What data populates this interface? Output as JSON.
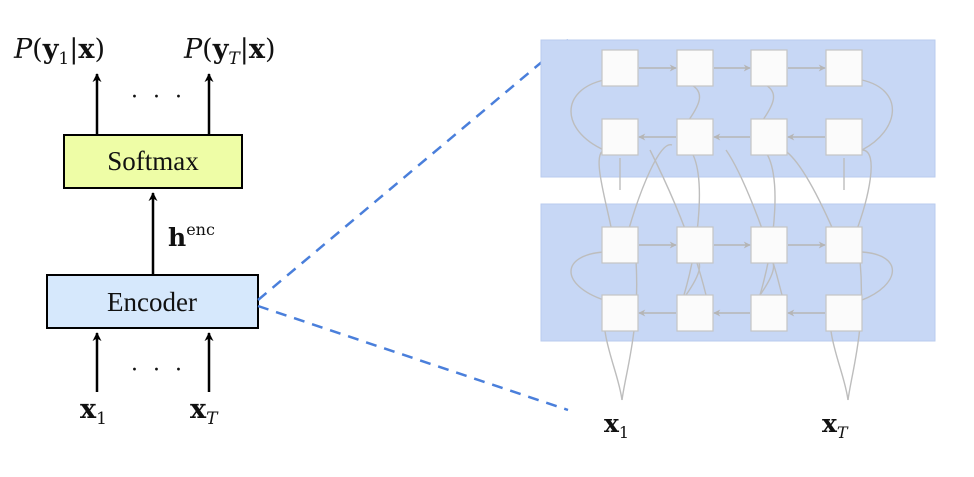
{
  "outputs": {
    "left": {
      "func": "P",
      "open": "(",
      "var": "y",
      "sub": "1",
      "bar": "|",
      "cond": "x",
      "close": ")"
    },
    "right": {
      "func": "P",
      "open": "(",
      "var": "y",
      "sub": "T",
      "bar": "|",
      "cond": "x",
      "close": ")"
    },
    "dots": "· · ·"
  },
  "softmax": {
    "label": "Softmax"
  },
  "hidden": {
    "base": "h",
    "sup": "enc"
  },
  "encoder": {
    "label": "Encoder"
  },
  "inputs": {
    "dots": "· · ·",
    "left": {
      "var": "x",
      "sub": "1"
    },
    "right": {
      "var": "x",
      "sub": "T"
    }
  },
  "detail": {
    "inputs": {
      "left": {
        "var": "x",
        "sub": "1"
      },
      "right": {
        "var": "x",
        "sub": "T"
      }
    }
  },
  "colors": {
    "softmax_fill": "#eefda6",
    "encoder_fill": "#d6e8fc",
    "block_fill": "#c7d7f5",
    "zoom_line": "#4a7fdb",
    "cell_fill": "#fbfbfb",
    "cell_stroke": "#c4c4c4",
    "connector": "#bdbdbd"
  }
}
